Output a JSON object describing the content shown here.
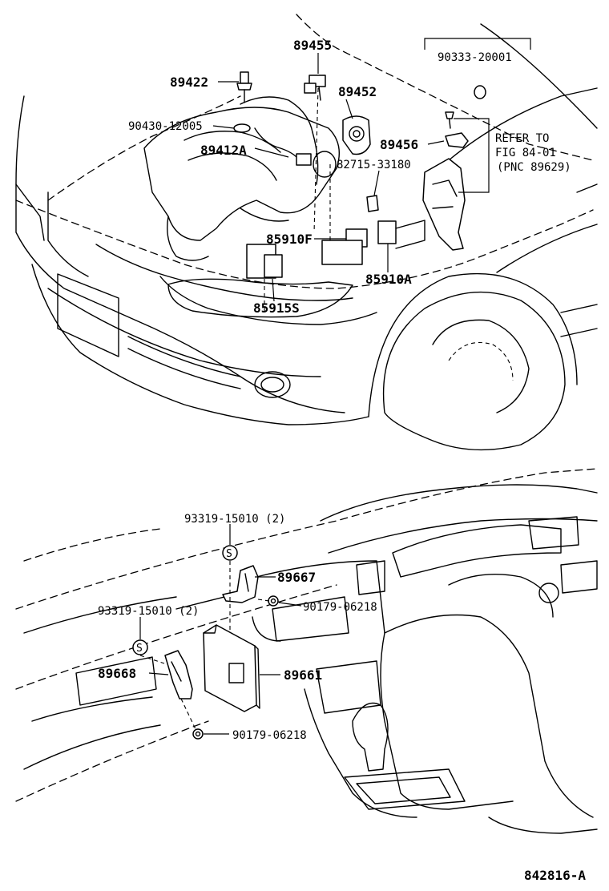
{
  "diagram": {
    "engine_parts": {
      "p89455": "89455",
      "p90333_20001": "90333-20001",
      "p89422": "89422",
      "p89452": "89452",
      "p90430_12005": "90430-12005",
      "p89412A": "89412A",
      "p89456": "89456",
      "p82715_33180": "82715-33180",
      "p85910F": "85910F",
      "p85910A": "85910A",
      "p85915S": "85915S"
    },
    "refer_note": {
      "line1": "REFER TO",
      "line2": "FIG 84-01",
      "line3": "(PNC 89629)"
    },
    "cabin_parts": {
      "p93319_15010_top": "93319-15010 (2)",
      "p89667": "89667",
      "p90179_06218_top": "90179-06218",
      "p93319_15010_left": "93319-15010 (2)",
      "p89668": "89668",
      "p89661": "89661",
      "p90179_06218_bottom": "90179-06218"
    },
    "screw_mark": "S",
    "figure_code": "842816-A"
  }
}
